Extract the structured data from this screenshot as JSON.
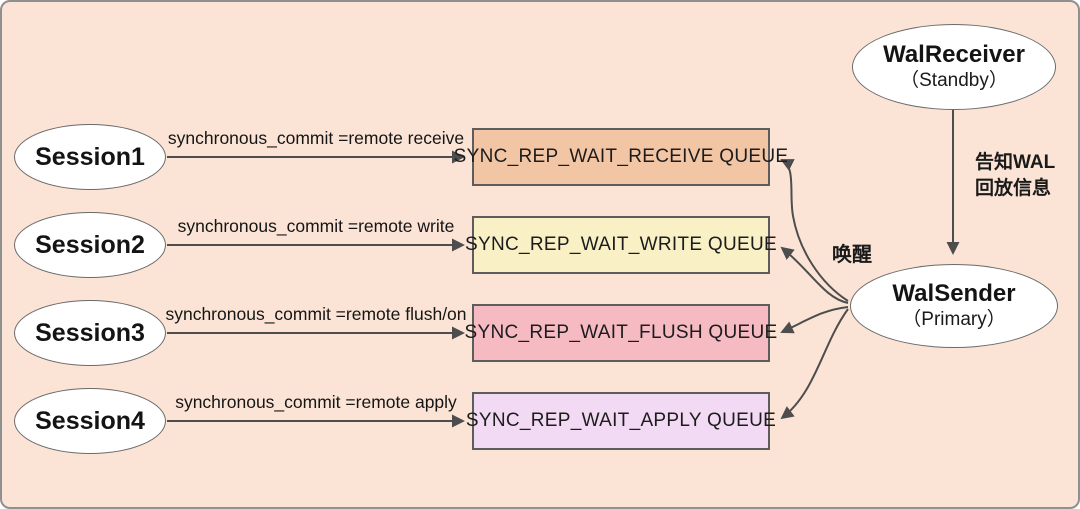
{
  "diagram": {
    "sessions": [
      {
        "label": "Session1",
        "param": "synchronous_commit =remote receive"
      },
      {
        "label": "Session2",
        "param": "synchronous_commit =remote write"
      },
      {
        "label": "Session3",
        "param": "synchronous_commit =remote flush/on"
      },
      {
        "label": "Session4",
        "param": "synchronous_commit =remote apply"
      }
    ],
    "queues": [
      {
        "label": "SYNC_REP_WAIT_RECEIVE QUEUE",
        "color": "#f2c5a4"
      },
      {
        "label": "SYNC_REP_WAIT_WRITE QUEUE",
        "color": "#faf0c6"
      },
      {
        "label": "SYNC_REP_WAIT_FLUSH QUEUE",
        "color": "#f6bac3"
      },
      {
        "label": "SYNC_REP_WAIT_APPLY QUEUE",
        "color": "#f2daf4"
      }
    ],
    "wal_receiver": {
      "title": "WalReceiver",
      "subtitle": "（Standby）"
    },
    "wal_sender": {
      "title": "WalSender",
      "subtitle": "（Primary）"
    },
    "notify_line1": "告知WAL",
    "notify_line2": "回放信息",
    "wakeup_label": "唤醒",
    "colors": {
      "background": "#fbe4d6",
      "arrow": "#4d4d4d",
      "node_fill": "#ffffff",
      "node_border": "#6b6b6b"
    }
  }
}
